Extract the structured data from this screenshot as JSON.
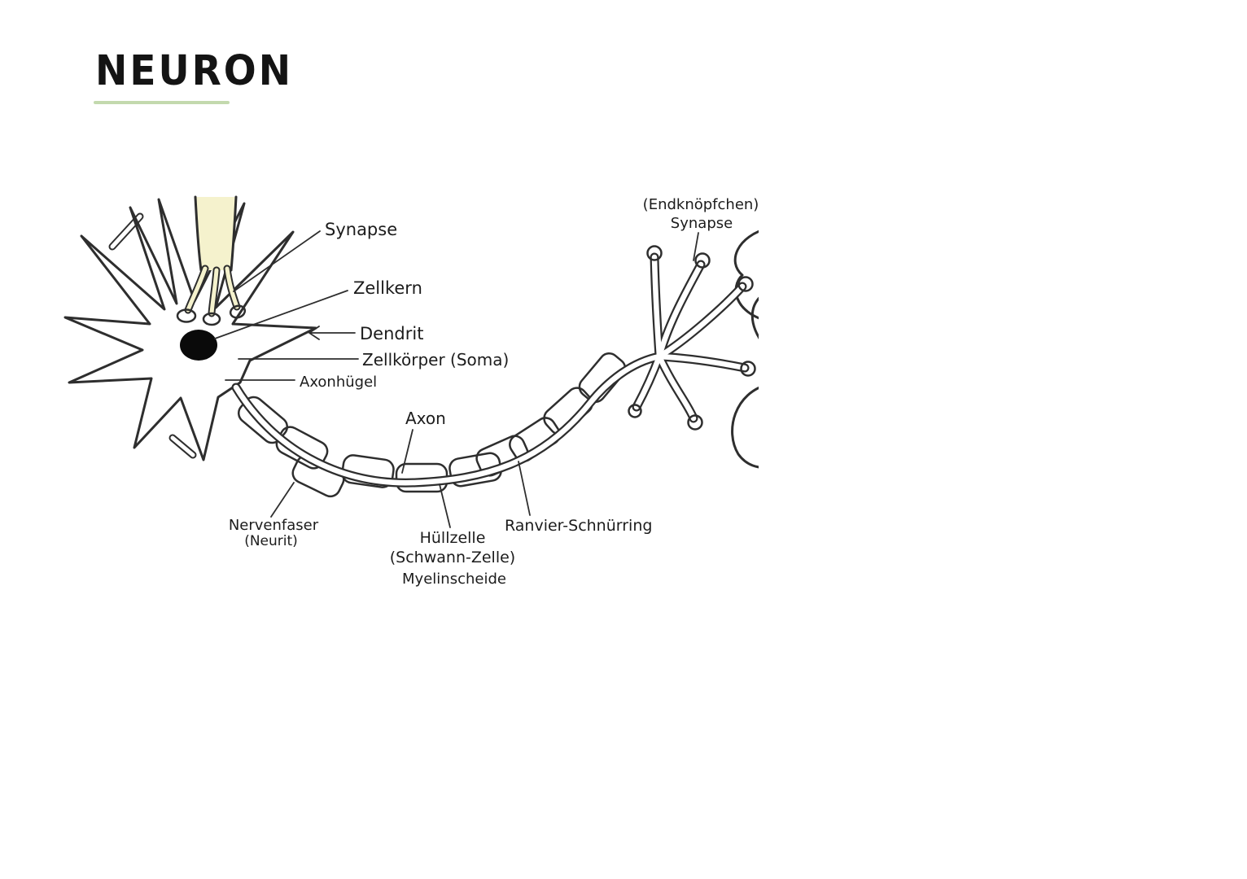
{
  "header": {
    "title": "NEURON",
    "underline_color": "#c3d9ae"
  },
  "diagram": {
    "description": "Hand-drawn diagram of a neuron with German anatomical labels",
    "colors": {
      "ink": "#2e2e2e",
      "synapse_fill": "#f5f2cd",
      "target_cell_fill": "#f8e1ce",
      "nucleus_fill": "#0a0a0a"
    },
    "labels": {
      "synapse": "Synapse",
      "zellkern": "Zellkern",
      "dendrit": "Dendrit",
      "zellkoerper": "Zellkörper (Soma)",
      "axonhuegel": "Axonhügel",
      "axon": "Axon",
      "nervenfaser": "Nervenfaser",
      "nervenfaser_sub": "(Neurit)",
      "huellzelle": "Hüllzelle",
      "huellzelle_sub": "(Schwann-Zelle)",
      "myelinscheide": "Myelinscheide",
      "ranvier": "Ranvier-Schnürring",
      "endknoepfchen": "(Endknöpfchen)",
      "endknoepfchen_sub": "Synapse"
    }
  }
}
